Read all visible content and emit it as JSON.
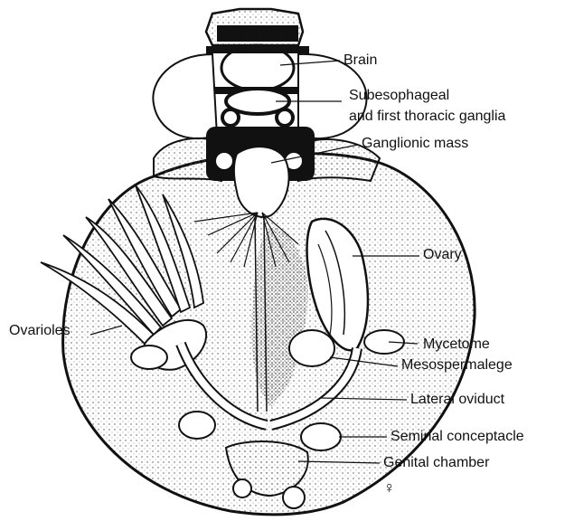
{
  "labels": {
    "brain": "Brain",
    "subesophageal_1": "Subesophageal",
    "subesophageal_2": "and first thoracic ganglia",
    "ganglionic_mass": "Ganglionic mass",
    "ovary": "Ovary",
    "ovarioles": "Ovarioles",
    "mycetome": "Mycetome",
    "mesospermalege": "Mesospermalege",
    "lateral_oviduct": "Lateral oviduct",
    "seminal_conceptacle": "Seminal conceptacle",
    "genital_chamber": "Genital chamber",
    "female_symbol": "♀"
  },
  "colors": {
    "ink": "#111111",
    "stipple": "#555555",
    "paper": "#ffffff"
  }
}
